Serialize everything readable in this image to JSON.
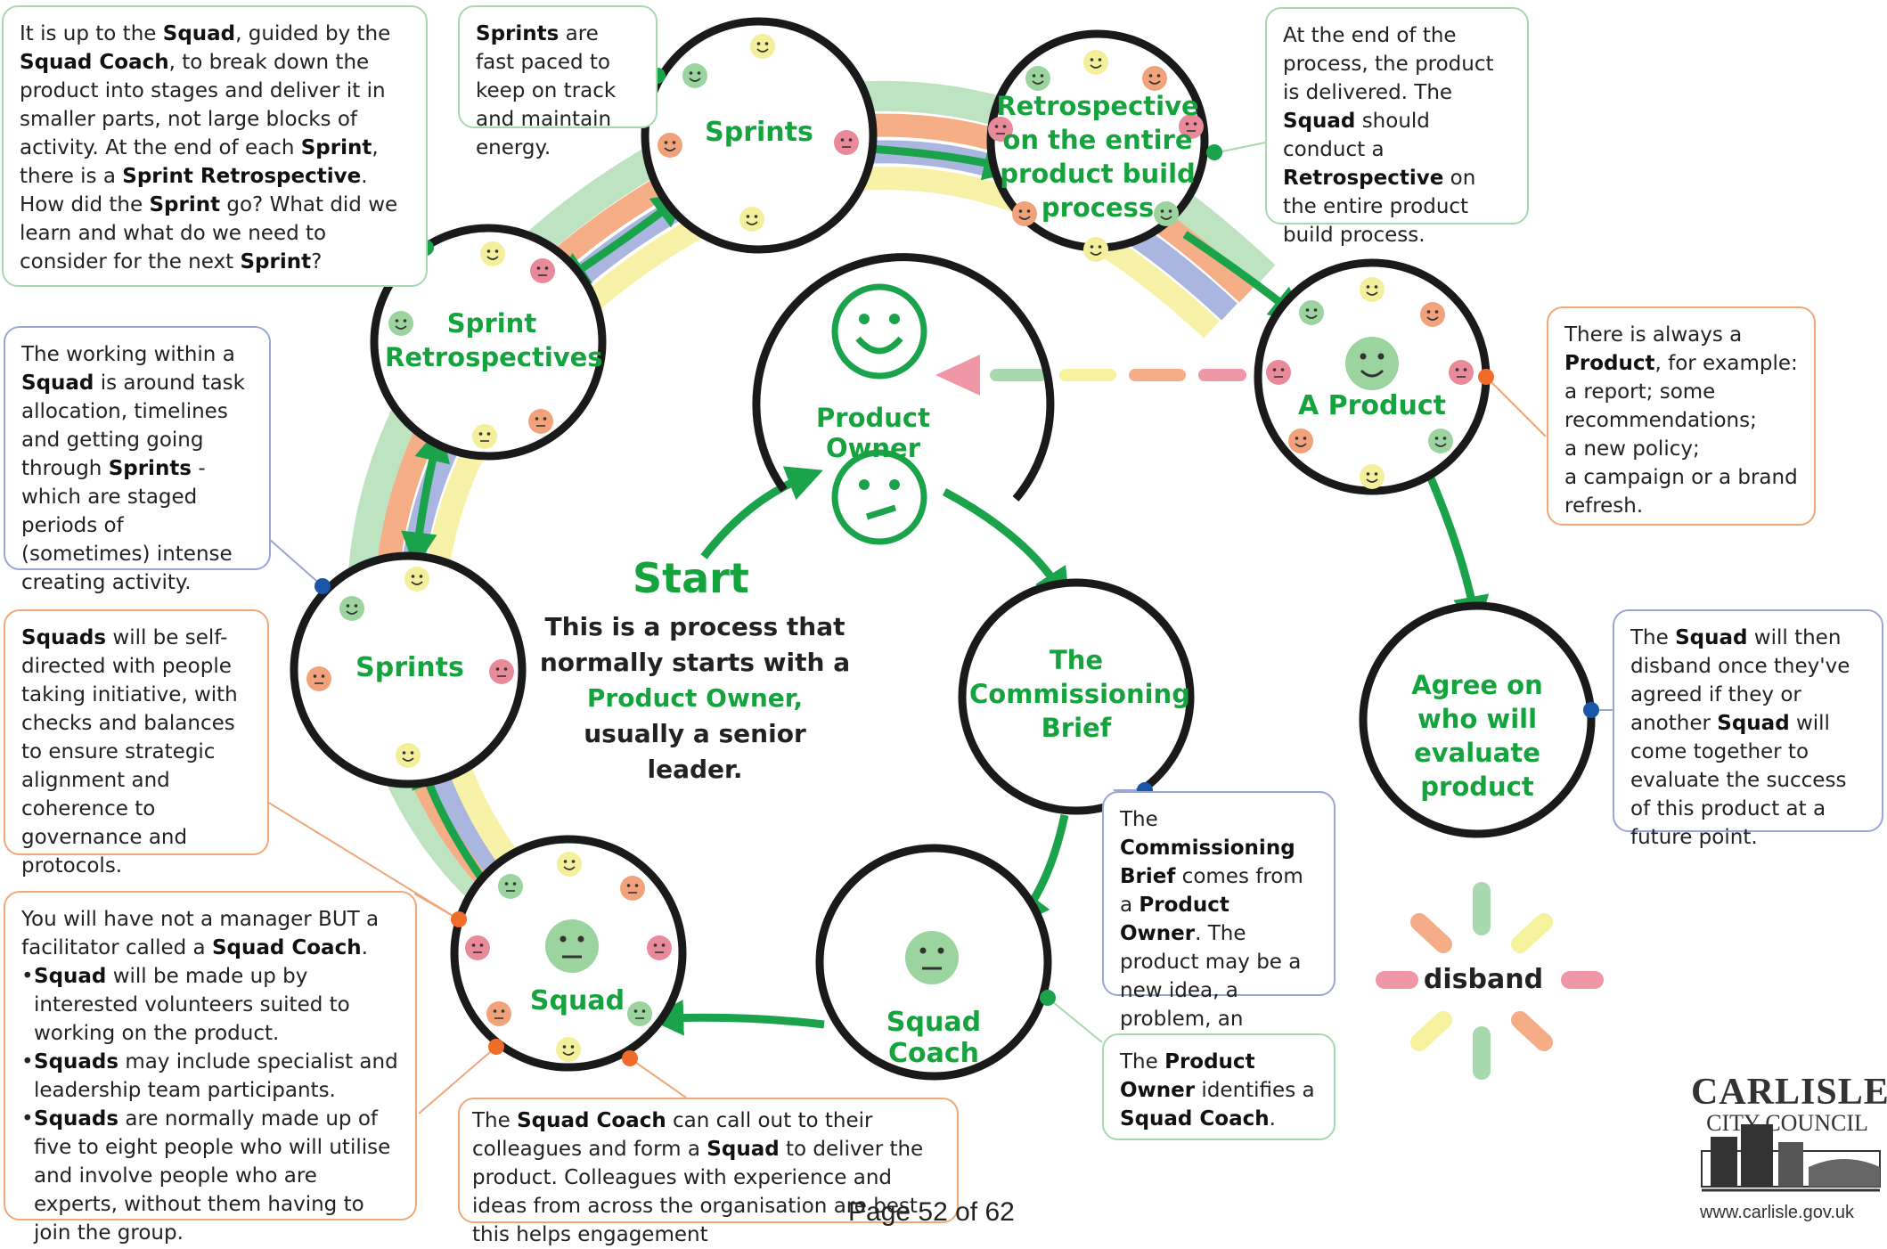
{
  "nodes": {
    "sprints_top": {
      "label": "Sprints"
    },
    "retro_entire": {
      "line1": "Retrospective",
      "line2": "on the entire",
      "line3": "product build",
      "line4": "process"
    },
    "product_owner": {
      "label": "Product Owner"
    },
    "a_product": {
      "label": "A Product"
    },
    "sprint_retros": {
      "line1": "Sprint",
      "line2": "Retrospectives"
    },
    "sprints_left": {
      "label": "Sprints"
    },
    "commissioning": {
      "line1": "The",
      "line2": "Commissioning",
      "line3": "Brief"
    },
    "agree": {
      "line1": "Agree on",
      "line2": "who will evaluate",
      "line3": "product"
    },
    "squad": {
      "label": "Squad"
    },
    "squad_coach": {
      "label": "Squad Coach"
    },
    "disband": {
      "label": "disband"
    }
  },
  "start": {
    "title": "Start",
    "line1": "This is a process that",
    "line2": "normally starts with a",
    "line3": "Product Owner,",
    "line4": "usually a senior leader."
  },
  "notes": {
    "squad_breakdown": {
      "t1": "It is up to the ",
      "b1": "Squad",
      "t2": ", guided by the ",
      "b2": "Squad Coach",
      "t3": ", to break down the product into stages and deliver it in smaller parts, not large blocks of activity. At the end of each ",
      "b3": "Sprint",
      "t4": ", there is a ",
      "b4": "Sprint Retrospective",
      "t5": ". How did the ",
      "b5": "Sprint",
      "t6": " go? What did we learn and what do we need to consider for the next ",
      "b6": "Sprint",
      "t7": "?"
    },
    "sprints_fast": {
      "b1": "Sprints",
      "t1": " are fast paced to keep on track and maintain energy."
    },
    "end_process": {
      "t1": "At the end of the process, the product is delivered. The ",
      "b1": "Squad",
      "t2": " should conduct a ",
      "b2": "Retrospective",
      "t3": " on the entire product build process."
    },
    "working_squad": {
      "t1": "The working within a ",
      "b1": "Squad",
      "t2": " is around task allocation, timelines and getting going through ",
      "b2": "Sprints",
      "t3": " - which are staged periods of (sometimes) intense creating activity."
    },
    "product_examples": {
      "t1": "There is always a ",
      "b1": "Product",
      "t2": ", for example:",
      "l1": "a report;  some",
      "l2": "recommendations;",
      "l3": "a new policy;",
      "l4": "a campaign or a brand",
      "l5": "refresh."
    },
    "self_directed": {
      "b1": "Squads",
      "t1": " will be self-directed with people taking initiative, with checks and balances to ensure strategic alignment and coherence to governance and protocols."
    },
    "disband_note": {
      "t1": "The ",
      "b1": "Squad",
      "t2": " will then disband once they've agreed if they or another ",
      "b2": "Squad",
      "t3": " will come together to evaluate the success of this product at a future point."
    },
    "commissioning_note": {
      "t1": "The ",
      "b1": "Commissioning Brief",
      "t2": " comes from a ",
      "b2": "Product Owner",
      "t3": ". The product may be a new idea, a problem, an improvement"
    },
    "facilitator": {
      "t1": "You will have not a manager BUT a facilitator called a ",
      "b1": "Squad Coach",
      "t2": ".",
      "i1b": "Squad",
      "i1t": " will be made up by interested volunteers suited to working on the product.",
      "i2b": "Squads",
      "i2t": " may include specialist and leadership team participants.",
      "i3b": "Squads",
      "i3t": " are normally made up of five to eight people who will utilise and involve people who are experts, without them having to join the group."
    },
    "product_owner_note": {
      "t1": "The ",
      "b1": "Product Owner",
      "t2": " identifies a ",
      "b2": "Squad Coach",
      "t3": "."
    },
    "coach_callout": {
      "t1": "The ",
      "b1": "Squad Coach",
      "t2": " can call out to their colleagues and form a ",
      "b2": "Squad",
      "t3": " to deliver the product. Colleagues with experience and ideas from across the organisation are best this helps engagement"
    }
  },
  "footer": {
    "page": "Page 52 of 62"
  },
  "logo": {
    "line1": "CARLISLE",
    "line2": "CITY COUNCIL",
    "url": "www.carlisle.gov.uk"
  },
  "colors": {
    "accent_green": "#15a33d",
    "arrow_green": "#1aa34a",
    "rainbow": [
      "#bde3c0",
      "#f6ae86",
      "#aab6e0",
      "#f8f2a8"
    ],
    "face_green": "#9bd49f",
    "face_yellow": "#f4ef9a",
    "face_orange": "#f2a27a",
    "face_pink": "#e88a99",
    "dash": [
      "#a8d8ad",
      "#f7f29e",
      "#f5ad88",
      "#ef97a7"
    ]
  }
}
